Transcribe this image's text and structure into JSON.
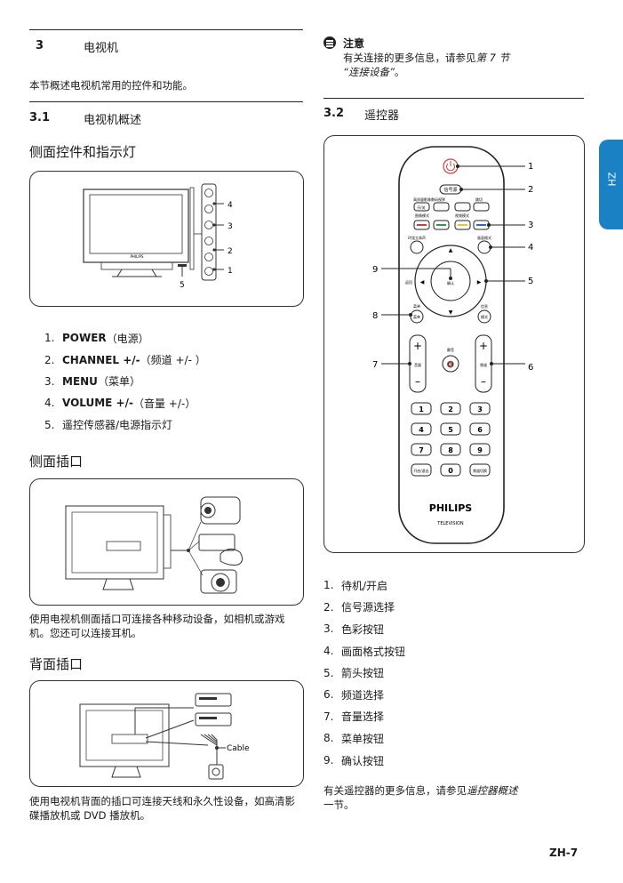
{
  "tab": "ZH",
  "page_number": "ZH-7",
  "sec3": {
    "num": "3",
    "title": "电视机",
    "intro": "本节概述电视机常用的控件和功能。"
  },
  "sec31": {
    "num": "3.1",
    "title": "电视机概述"
  },
  "side_controls": {
    "heading": "侧面控件和指示灯",
    "brand": "PHILIPS",
    "callouts": [
      "4",
      "3",
      "2",
      "1",
      "5"
    ],
    "items": [
      {
        "num": "1.",
        "bold": "POWER",
        "rest": "（电源）"
      },
      {
        "num": "2.",
        "bold": "CHANNEL +/-",
        "rest": " （频道 +/- ）"
      },
      {
        "num": "3.",
        "bold": "MENU",
        "rest": "（菜单）"
      },
      {
        "num": "4.",
        "bold": "VOLUME +/-",
        "rest": "（音量 +/-）"
      },
      {
        "num": "5.",
        "bold": "",
        "rest": "遥控传感器/电源指示灯"
      }
    ]
  },
  "side_ports": {
    "heading": "侧面插口",
    "text": "使用电视机侧面插口可连接各种移动设备，如相机或游戏机。您还可以连接耳机。"
  },
  "rear_ports": {
    "heading": "背面插口",
    "cable": "Cable",
    "text": "使用电视机背面的插口可连接天线和永久性设备，如高清影碟播放机或 DVD 播放机。"
  },
  "note": {
    "title": "注意",
    "line1": "有关连接的更多信息，请参见",
    "link1": "第 7 节",
    "link2": "“连接设备”",
    "end": "。"
  },
  "sec32": {
    "num": "3.2",
    "title": "遥控器"
  },
  "remote": {
    "callouts": [
      "1",
      "2",
      "3",
      "4",
      "5",
      "6",
      "7",
      "8",
      "9"
    ],
    "labels": {
      "source": "信号源",
      "tl1": "高质量影像",
      "tl2": "数码视界",
      "tl3": "跳切",
      "btn1": "开/关",
      "colors": "图像模式",
      "colors2": "视频模式",
      "surround": "环绕立体声",
      "format": "画面格式",
      "back": "返回",
      "ok": "确认",
      "menu_top": "菜单",
      "menu": "菜单",
      "info_top": "信息",
      "info": "模式",
      "mute": "静音",
      "vol": "音量",
      "ch": "频道",
      "key_left": "开启/退出",
      "key_right": "频道切换"
    },
    "keys": [
      "1",
      "2",
      "3",
      "4",
      "5",
      "6",
      "7",
      "8",
      "9",
      "0"
    ],
    "brand": "PHILIPS",
    "sub": "TELEVISION"
  },
  "remote_items": [
    {
      "num": "1.",
      "text": "待机/开启"
    },
    {
      "num": "2.",
      "text": "信号源选择"
    },
    {
      "num": "3.",
      "text": "色彩按钮"
    },
    {
      "num": "4.",
      "text": "画面格式按钮"
    },
    {
      "num": "5.",
      "text": "箭头按钮"
    },
    {
      "num": "6.",
      "text": "频道选择"
    },
    {
      "num": "7.",
      "text": "音量选择"
    },
    {
      "num": "8.",
      "text": "菜单按钮"
    },
    {
      "num": "9.",
      "text": "确认按钮"
    }
  ],
  "remote_more": {
    "pre": "有关遥控器的更多信息，请参见",
    "link": "遥控器概述",
    "post": "一节。"
  },
  "colors": {
    "accent": "#1a82c4",
    "red": "#d23a3a",
    "green": "#2f9a4a",
    "yellow": "#e8c33a",
    "blue": "#2d6cb5"
  }
}
